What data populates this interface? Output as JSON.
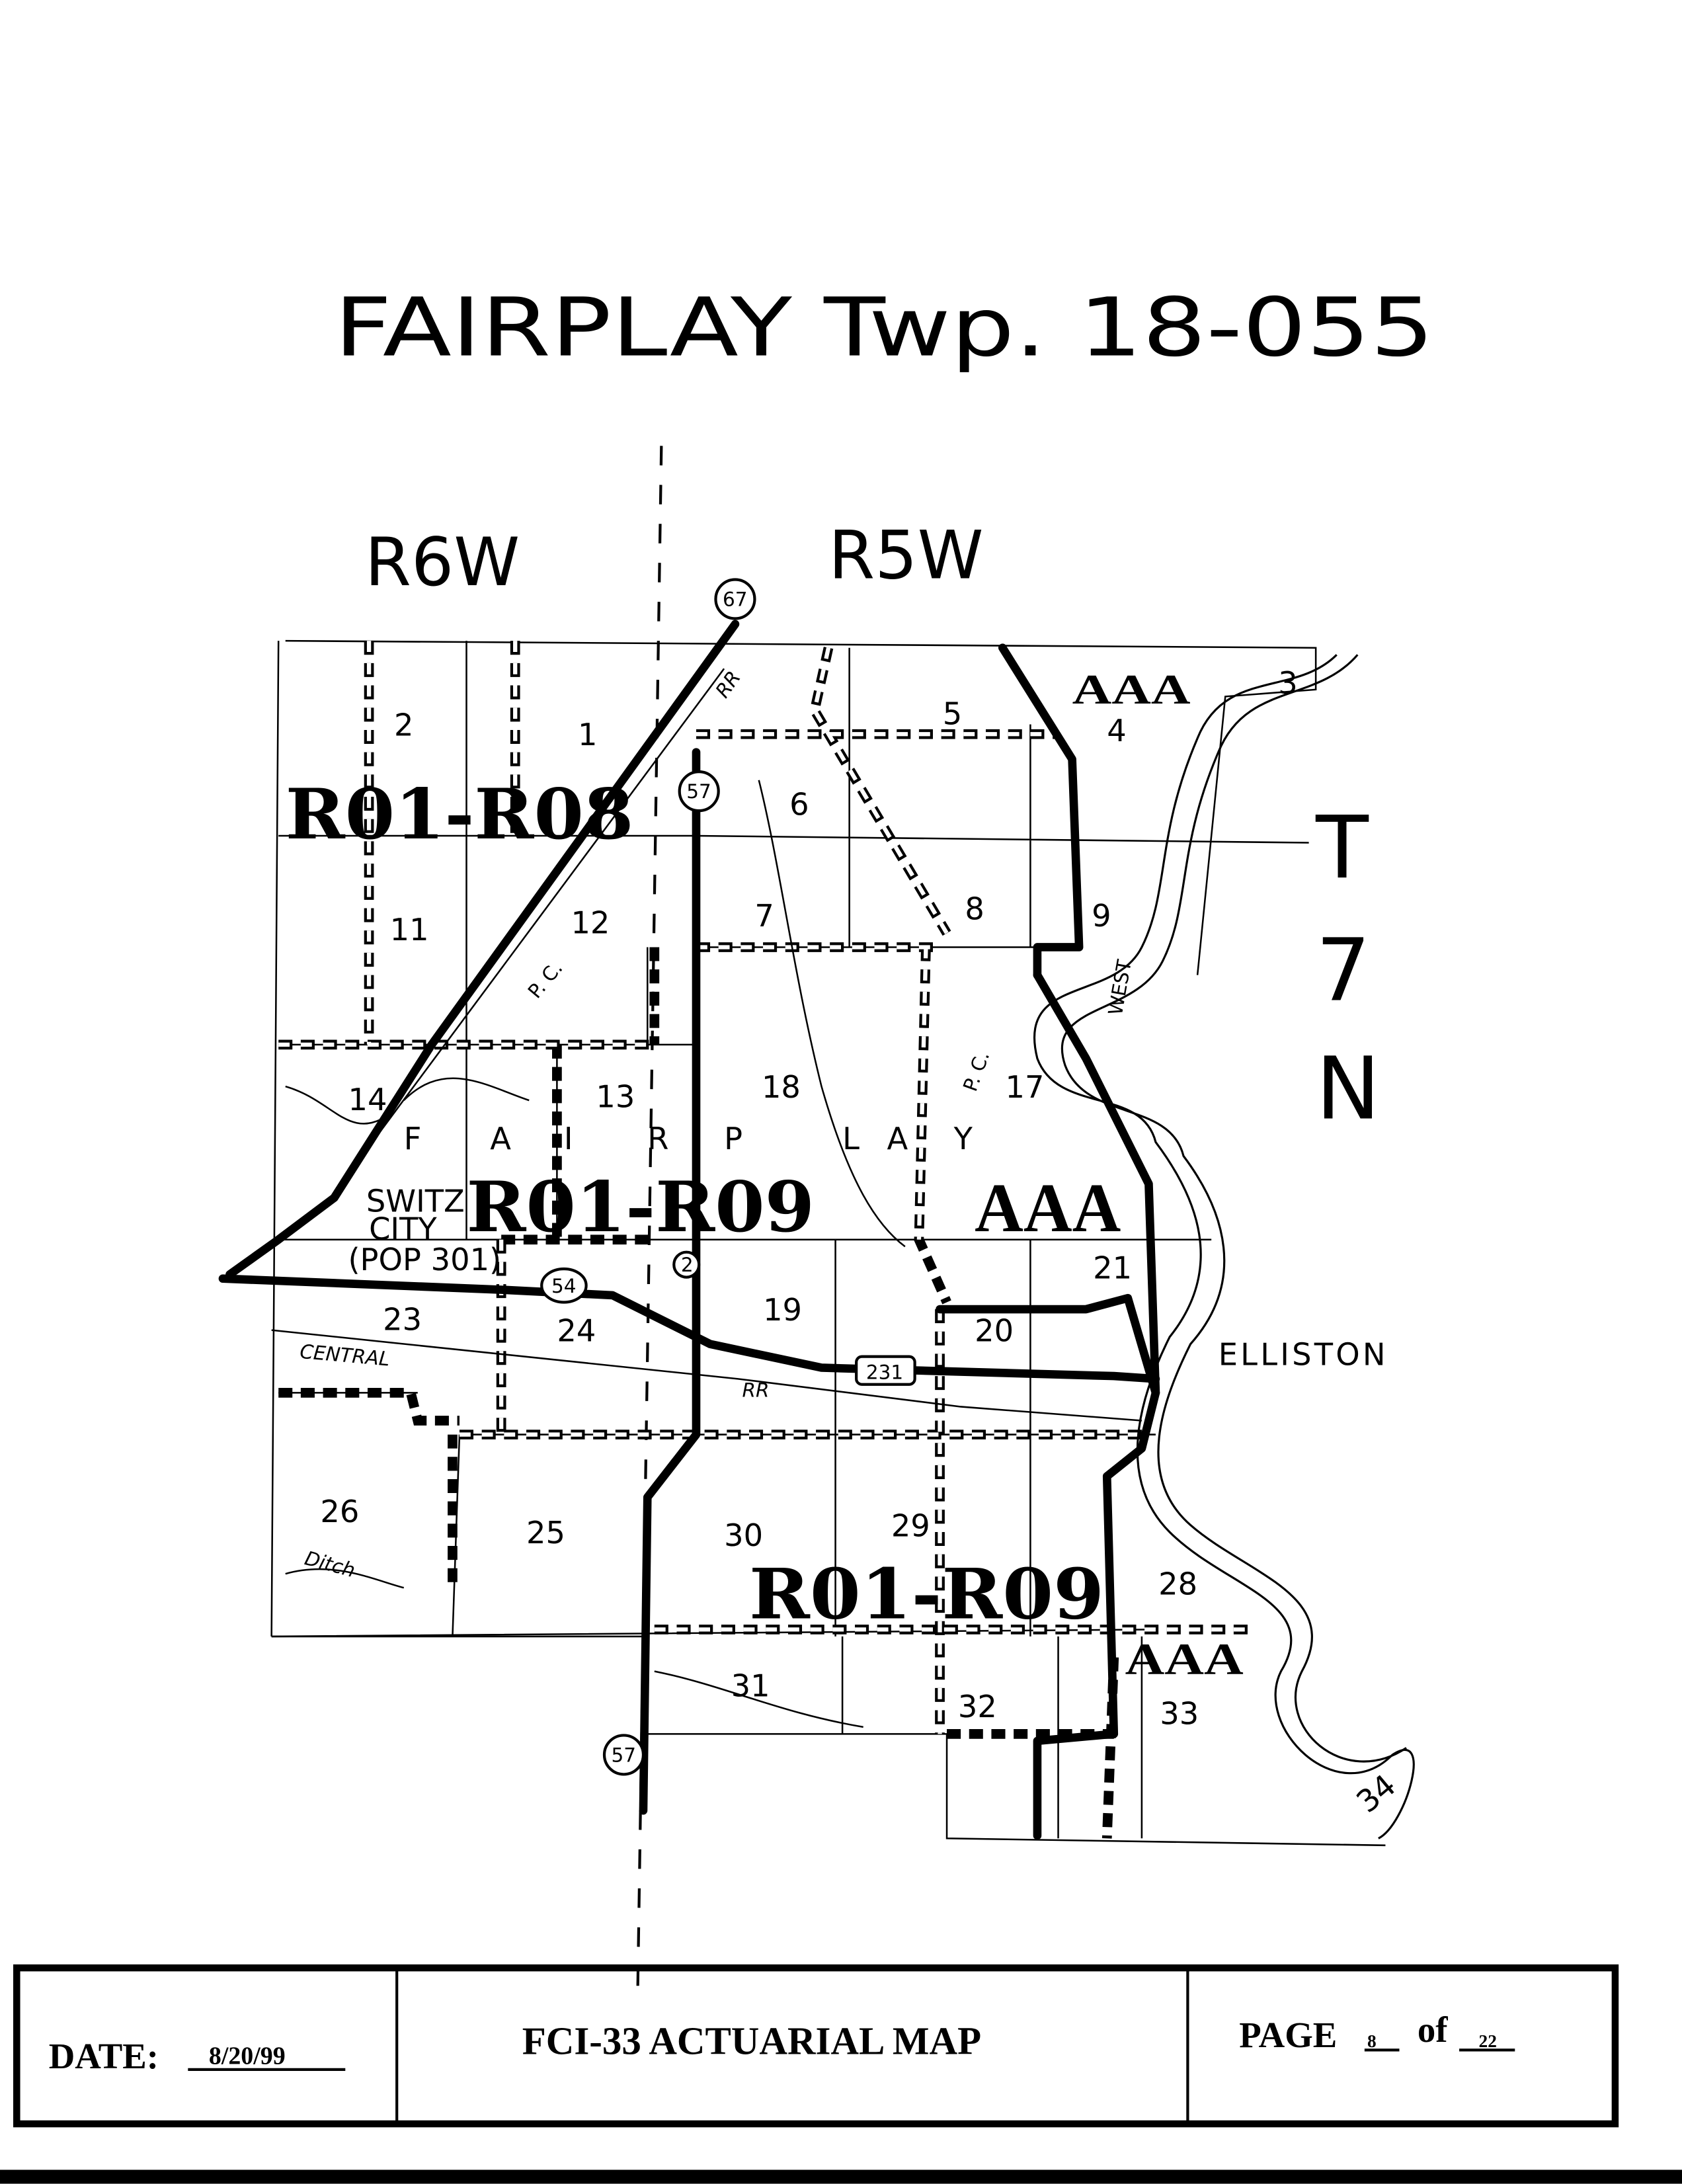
{
  "title": "FAIRPLAY Twp. 18-055",
  "ranges": {
    "west": "R6W",
    "east": "R5W"
  },
  "township": {
    "t": "T",
    "num": "7",
    "n": "N"
  },
  "sections": [
    "1",
    "2",
    "3",
    "4",
    "5",
    "6",
    "7",
    "8",
    "9",
    "11",
    "12",
    "13",
    "14",
    "17",
    "18",
    "19",
    "20",
    "21",
    "23",
    "24",
    "25",
    "26",
    "28",
    "29",
    "30",
    "31",
    "32",
    "33",
    "34"
  ],
  "rate_areas": {
    "r08": "R01-R08",
    "r09a": "R01-R09",
    "r09b": "R01-R09"
  },
  "aaa_labels": [
    "AAA",
    "AAA",
    "AAA"
  ],
  "township_name_letters": [
    "F",
    "A",
    "I",
    "R",
    "P",
    "L",
    "A",
    "Y"
  ],
  "places": {
    "switz": "SWITZ",
    "city": "CITY",
    "pop": "(POP 301)",
    "elliston": "ELLISTON",
    "central": "CENTRAL",
    "rr1": "RR",
    "rr2": "RR",
    "west": "WEST",
    "pc1": "P. C.",
    "pc2": "P. C.",
    "ditch": "Ditch"
  },
  "highways": [
    "67",
    "57",
    "54",
    "231",
    "57",
    "2"
  ],
  "footer": {
    "date_label": "DATE:",
    "date_value": "8/20/99",
    "map_title": "FCI-33 ACTUARIAL  MAP",
    "page_label": "PAGE",
    "page_num": "8",
    "of_label": "of",
    "page_total": "22"
  }
}
